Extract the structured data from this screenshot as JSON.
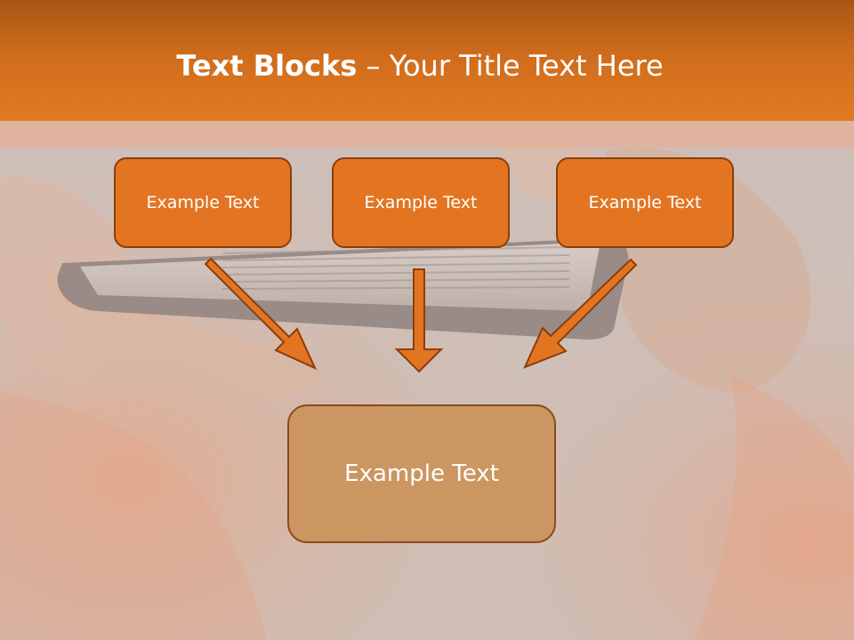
{
  "slide": {
    "title_bold": "Text Blocks",
    "title_dash": " – ",
    "title_rest": "Your Title Text Here"
  },
  "blocks": [
    {
      "label": "Example Text"
    },
    {
      "label": "Example Text"
    },
    {
      "label": "Example Text"
    }
  ],
  "result_block": {
    "label": "Example Text"
  },
  "colors": {
    "accent": "#e37522",
    "accent_dark": "#8a3e0c",
    "result_fill": "#cc9662",
    "title_text": "#ffffff"
  }
}
